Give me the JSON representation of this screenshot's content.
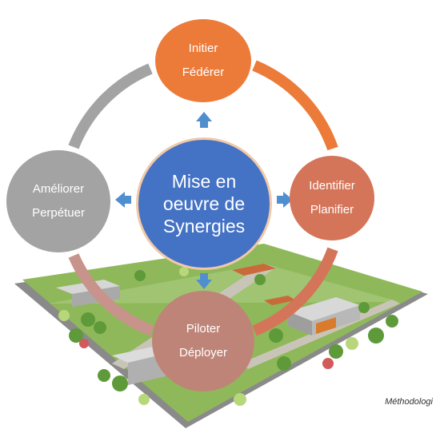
{
  "center": {
    "lines": [
      "Mise en",
      "oeuvre de",
      "Synergies"
    ]
  },
  "steps": [
    {
      "lines": [
        "Initier",
        "Fédérer"
      ],
      "color": "#ec7b3a"
    },
    {
      "lines": [
        "Identifier",
        "Planifier"
      ],
      "color": "#d4755a"
    },
    {
      "lines": [
        "Piloter",
        "Déployer"
      ],
      "color": "#bf8478"
    },
    {
      "lines": [
        "Améliorer",
        "Perpétuer"
      ],
      "color": "#a3a3a3"
    }
  ],
  "arrow_color": "#4f8fd0",
  "caption": "Méthodologi"
}
